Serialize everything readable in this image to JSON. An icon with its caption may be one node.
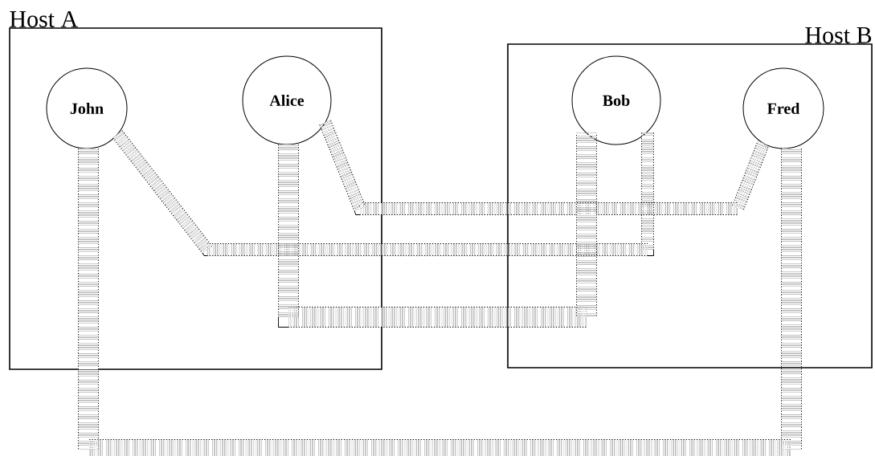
{
  "diagram": {
    "nodes": [
      {
        "text": [
          "Host A"
        ]
      },
      {
        "text": [
          "John"
        ],
        "in": 0
      },
      {
        "text": [
          "Alice"
        ],
        "in": 0
      },
      {
        "text": [
          "Host B"
        ]
      },
      {
        "text": [
          "Bob"
        ],
        "in": 3
      },
      {
        "text": [
          "Fred"
        ],
        "in": 3
      }
    ],
    "edges": [
      {
        "from": 1,
        "to": 4,
        "arrow": "none",
        "style": "dashed"
      },
      {
        "from": 2,
        "to": 5,
        "arrow": "none",
        "style": "dashed"
      },
      {
        "from": 2,
        "to": 4,
        "arrow": "none",
        "style": "dashed"
      },
      {
        "from": 1,
        "to": 5,
        "arrow": "none",
        "style": "dashed"
      }
    ]
  }
}
